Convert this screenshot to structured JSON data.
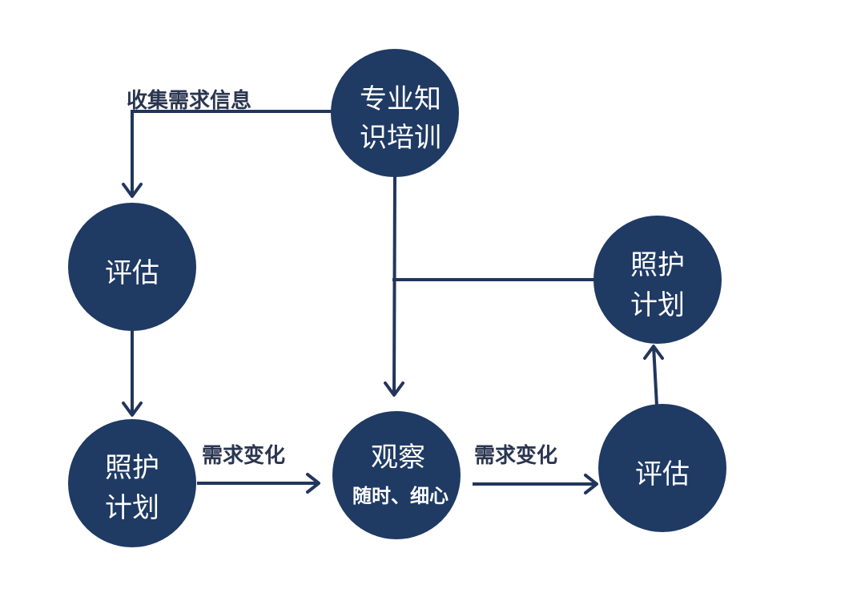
{
  "colors": {
    "node_fill": "#1f3a63",
    "edge": "#22365c",
    "label": "#2a3550",
    "background": "#ffffff"
  },
  "nodes": {
    "training": {
      "lines": [
        "专业知",
        "识培训"
      ]
    },
    "assess_left": {
      "lines": [
        "评估"
      ]
    },
    "plan_left": {
      "lines": [
        "照护",
        "计划"
      ]
    },
    "observe": {
      "lines": [
        "观察"
      ],
      "sub": "随时、细心"
    },
    "assess_right": {
      "lines": [
        "评估"
      ]
    },
    "plan_right": {
      "lines": [
        "照护",
        "计划"
      ]
    }
  },
  "edges": {
    "collect_info": "收集需求信息",
    "change_1": "需求变化",
    "change_2": "需求变化"
  }
}
